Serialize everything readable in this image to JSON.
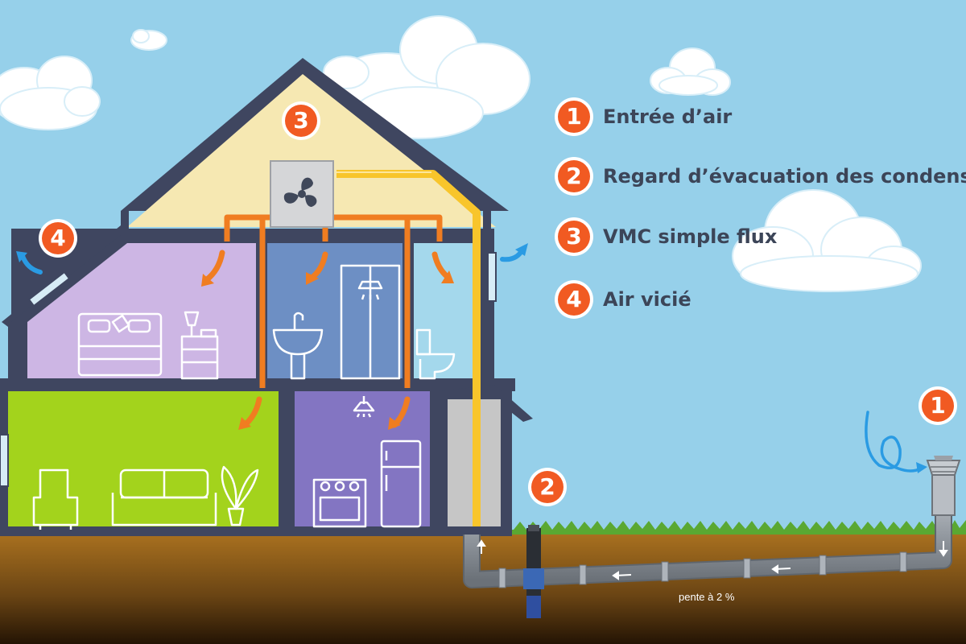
{
  "legend": [
    {
      "number": "1",
      "label": "Entrée d’air"
    },
    {
      "number": "2",
      "label": "Regard d’évacuation des condensats"
    },
    {
      "number": "3",
      "label": "VMC simple flux"
    },
    {
      "number": "4",
      "label": "Air vicié"
    }
  ],
  "markers": {
    "attic": "3",
    "exhaust": "4",
    "condensate": "2",
    "intake": "1"
  },
  "slope_label": "pente à 2 %",
  "colors": {
    "sky": "#96d0ea",
    "ground": "#a06a1e",
    "grass": "#5aa832",
    "house_outline": "#3f4660",
    "attic": "#f6e8b2",
    "bedroom": "#cdb6e4",
    "bathroom": "#6d8fc4",
    "wc": "#a4d8ec",
    "living_room": "#a3d31c",
    "kitchen": "#8375c2",
    "duct_orange": "#f07d21",
    "duct_yellow": "#f8c52b",
    "badge": "#f15a22",
    "pipe": "#9aa0a8"
  },
  "icons": [
    "fan-icon",
    "bed-icon",
    "lamp-icon",
    "nightstand-icon",
    "sink-icon",
    "shower-icon",
    "toilet-icon",
    "armchair-icon",
    "sofa-icon",
    "plant-icon",
    "stove-icon",
    "fridge-icon",
    "ceiling-lamp-icon",
    "air-intake-cap-icon"
  ]
}
